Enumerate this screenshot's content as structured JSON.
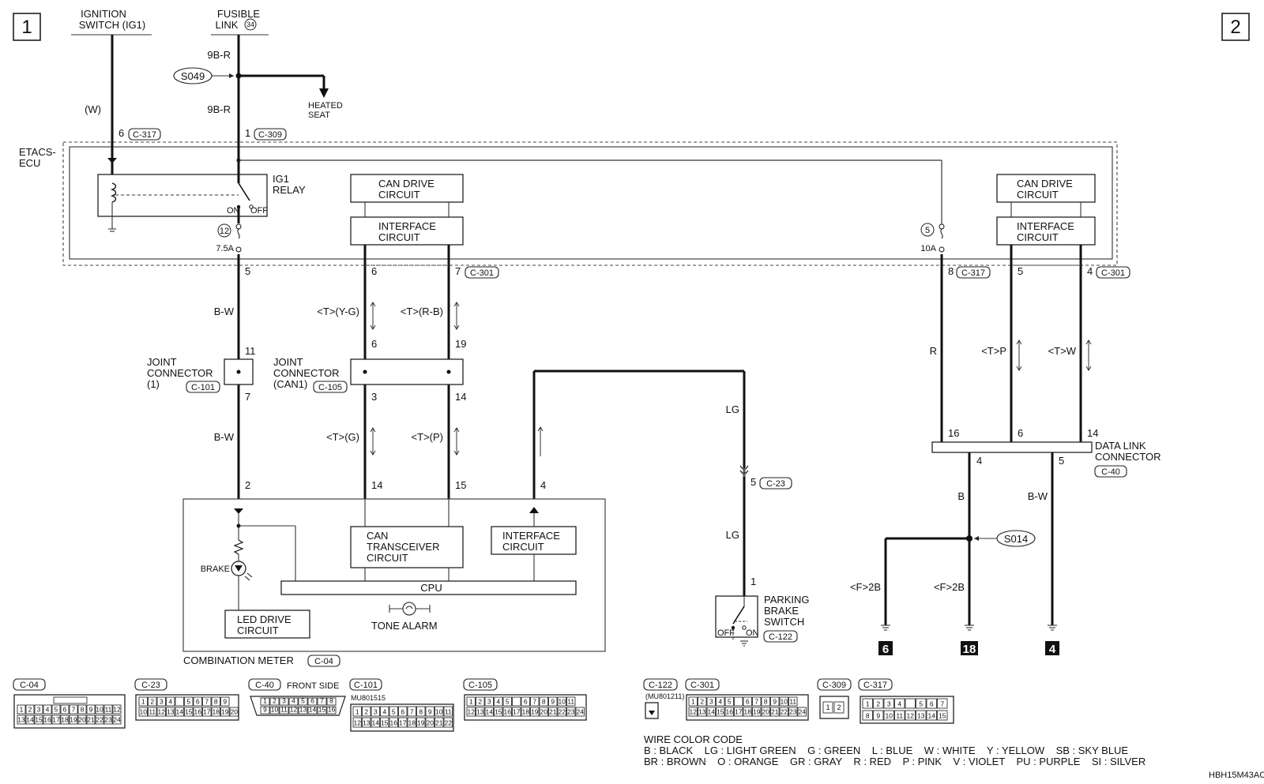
{
  "page": {
    "page_marker_left": "1",
    "page_marker_right": "2",
    "footer_code": "HBH15M43AC"
  },
  "top": {
    "ignition_switch": [
      "IGNITION",
      "SWITCH (IG1)"
    ],
    "fusible_link": [
      "FUSIBLE",
      "LINK"
    ],
    "fusible_link_no": "34",
    "wire_9br_a": "9B-R",
    "wire_9br_b": "9B-R",
    "wire_w": "(W)",
    "s049": "S049",
    "heated_seat": [
      "HEATED",
      "SEAT"
    ]
  },
  "ecu": {
    "label": [
      "ETACS-",
      "ECU"
    ],
    "ig1_relay": [
      "IG1",
      "RELAY"
    ],
    "on": "ON",
    "off": "OFF",
    "fuse12": "12",
    "fuse12_rating": "7.5A",
    "fuse5": "5",
    "fuse5_rating": "10A",
    "can_drive_circuit": [
      "CAN DRIVE",
      "CIRCUIT"
    ],
    "interface_circuit": [
      "INTERFACE",
      "CIRCUIT"
    ]
  },
  "connectors": {
    "c317": "C-317",
    "c309": "C-309",
    "c301": "C-301",
    "c101": "C-101",
    "c105": "C-105",
    "c23": "C-23",
    "c40": "C-40",
    "c04": "C-04",
    "c122": "C-122"
  },
  "pins": {
    "p6_317": "6",
    "p1_309": "1",
    "p5": "5",
    "p6": "6",
    "p7_301": "7",
    "p11": "11",
    "p7": "7",
    "j_6": "6",
    "j_19": "19",
    "j_3": "3",
    "j_14": "14",
    "m_2": "2",
    "m_14": "14",
    "m_15": "15",
    "m_4": "4",
    "c23_5": "5",
    "sw_1": "1",
    "r8_317": "8",
    "r5": "5",
    "r4_301": "4",
    "dl16": "16",
    "dl6": "6",
    "dl14": "14",
    "dl4": "4",
    "dl5": "5"
  },
  "wires": {
    "bw_a": "B-W",
    "bw_b": "B-W",
    "t_yg": "<T>(Y-G)",
    "t_rb": "<T>(R-B)",
    "t_g": "<T>(G)",
    "t_p": "<T>(P)",
    "lg_a": "LG",
    "lg_b": "LG",
    "r": "R",
    "t_p2": "<T>P",
    "t_w": "<T>W",
    "b": "B",
    "bw_c": "B-W",
    "f2b_a": "<F>2B",
    "f2b_b": "<F>2B"
  },
  "joints": {
    "joint1": [
      "JOINT",
      "CONNECTOR",
      "(1)"
    ],
    "joint_can1": [
      "JOINT",
      "CONNECTOR",
      "(CAN1)"
    ]
  },
  "meter": {
    "title": "COMBINATION METER",
    "brake": "BRAKE",
    "led_drive": [
      "LED DRIVE",
      "CIRCUIT"
    ],
    "can_transceiver": [
      "CAN",
      "TRANSCEIVER",
      "CIRCUIT"
    ],
    "interface": [
      "INTERFACE",
      "CIRCUIT"
    ],
    "cpu": "CPU",
    "tone_alarm": "TONE ALARM"
  },
  "parking": {
    "label": [
      "PARKING",
      "BRAKE",
      "SWITCH"
    ],
    "off": "OFF",
    "on": "ON"
  },
  "data_link": {
    "label": [
      "DATA LINK",
      "CONNECTOR"
    ],
    "s014": "S014",
    "grounds": [
      "6",
      "18",
      "4"
    ]
  },
  "bottom": {
    "front_side": "FRONT SIDE",
    "mu_c101": "MU801515",
    "mu_c122": "(MU801211)",
    "c04_row1": [
      "1",
      "2",
      "3",
      "4",
      "5",
      "6",
      "7",
      "8",
      "9",
      "10",
      "11",
      "12"
    ],
    "c04_row2": [
      "13",
      "14",
      "15",
      "16",
      "17",
      "18",
      "19",
      "20",
      "21",
      "22",
      "23",
      "24"
    ],
    "c23_row1": [
      "1",
      "2",
      "3",
      "4",
      "",
      "5",
      "6",
      "7",
      "8",
      "9"
    ],
    "c23_row2": [
      "10",
      "11",
      "12",
      "13",
      "14",
      "15",
      "16",
      "17",
      "18",
      "19",
      "20"
    ],
    "c40_row1": [
      "1",
      "2",
      "3",
      "4",
      "5",
      "6",
      "7",
      "8"
    ],
    "c40_row2": [
      "9",
      "10",
      "11",
      "12",
      "13",
      "14",
      "15",
      "16"
    ],
    "c101_row1": [
      "1",
      "2",
      "3",
      "4",
      "5",
      "6",
      "7",
      "8",
      "9",
      "10",
      "11"
    ],
    "c101_row2": [
      "12",
      "13",
      "14",
      "15",
      "16",
      "17",
      "18",
      "19",
      "20",
      "21",
      "22"
    ],
    "c105_row1": [
      "1",
      "2",
      "3",
      "4",
      "5",
      "",
      "6",
      "7",
      "8",
      "9",
      "10",
      "11"
    ],
    "c105_row2": [
      "12",
      "13",
      "14",
      "15",
      "16",
      "17",
      "18",
      "19",
      "20",
      "21",
      "22",
      "23",
      "24"
    ],
    "c301_row1": [
      "1",
      "2",
      "3",
      "4",
      "5",
      "",
      "6",
      "7",
      "8",
      "9",
      "10",
      "11"
    ],
    "c301_row2": [
      "12",
      "13",
      "14",
      "15",
      "16",
      "17",
      "18",
      "19",
      "20",
      "21",
      "22",
      "23",
      "24"
    ],
    "c309_pins": [
      "1",
      "2"
    ],
    "c317_row1": [
      "1",
      "2",
      "3",
      "4",
      "",
      "5",
      "6",
      "7"
    ],
    "c317_row2": [
      "8",
      "9",
      "10",
      "11",
      "12",
      "13",
      "14",
      "15"
    ]
  },
  "legend": {
    "title": "WIRE COLOR CODE",
    "line1": "B : BLACK    LG : LIGHT GREEN    G : GREEN    L : BLUE    W : WHITE    Y : YELLOW    SB : SKY BLUE",
    "line2": "BR : BROWN    O : ORANGE    GR : GRAY    R : RED    P : PINK    V : VIOLET    PU : PURPLE    SI : SILVER"
  }
}
